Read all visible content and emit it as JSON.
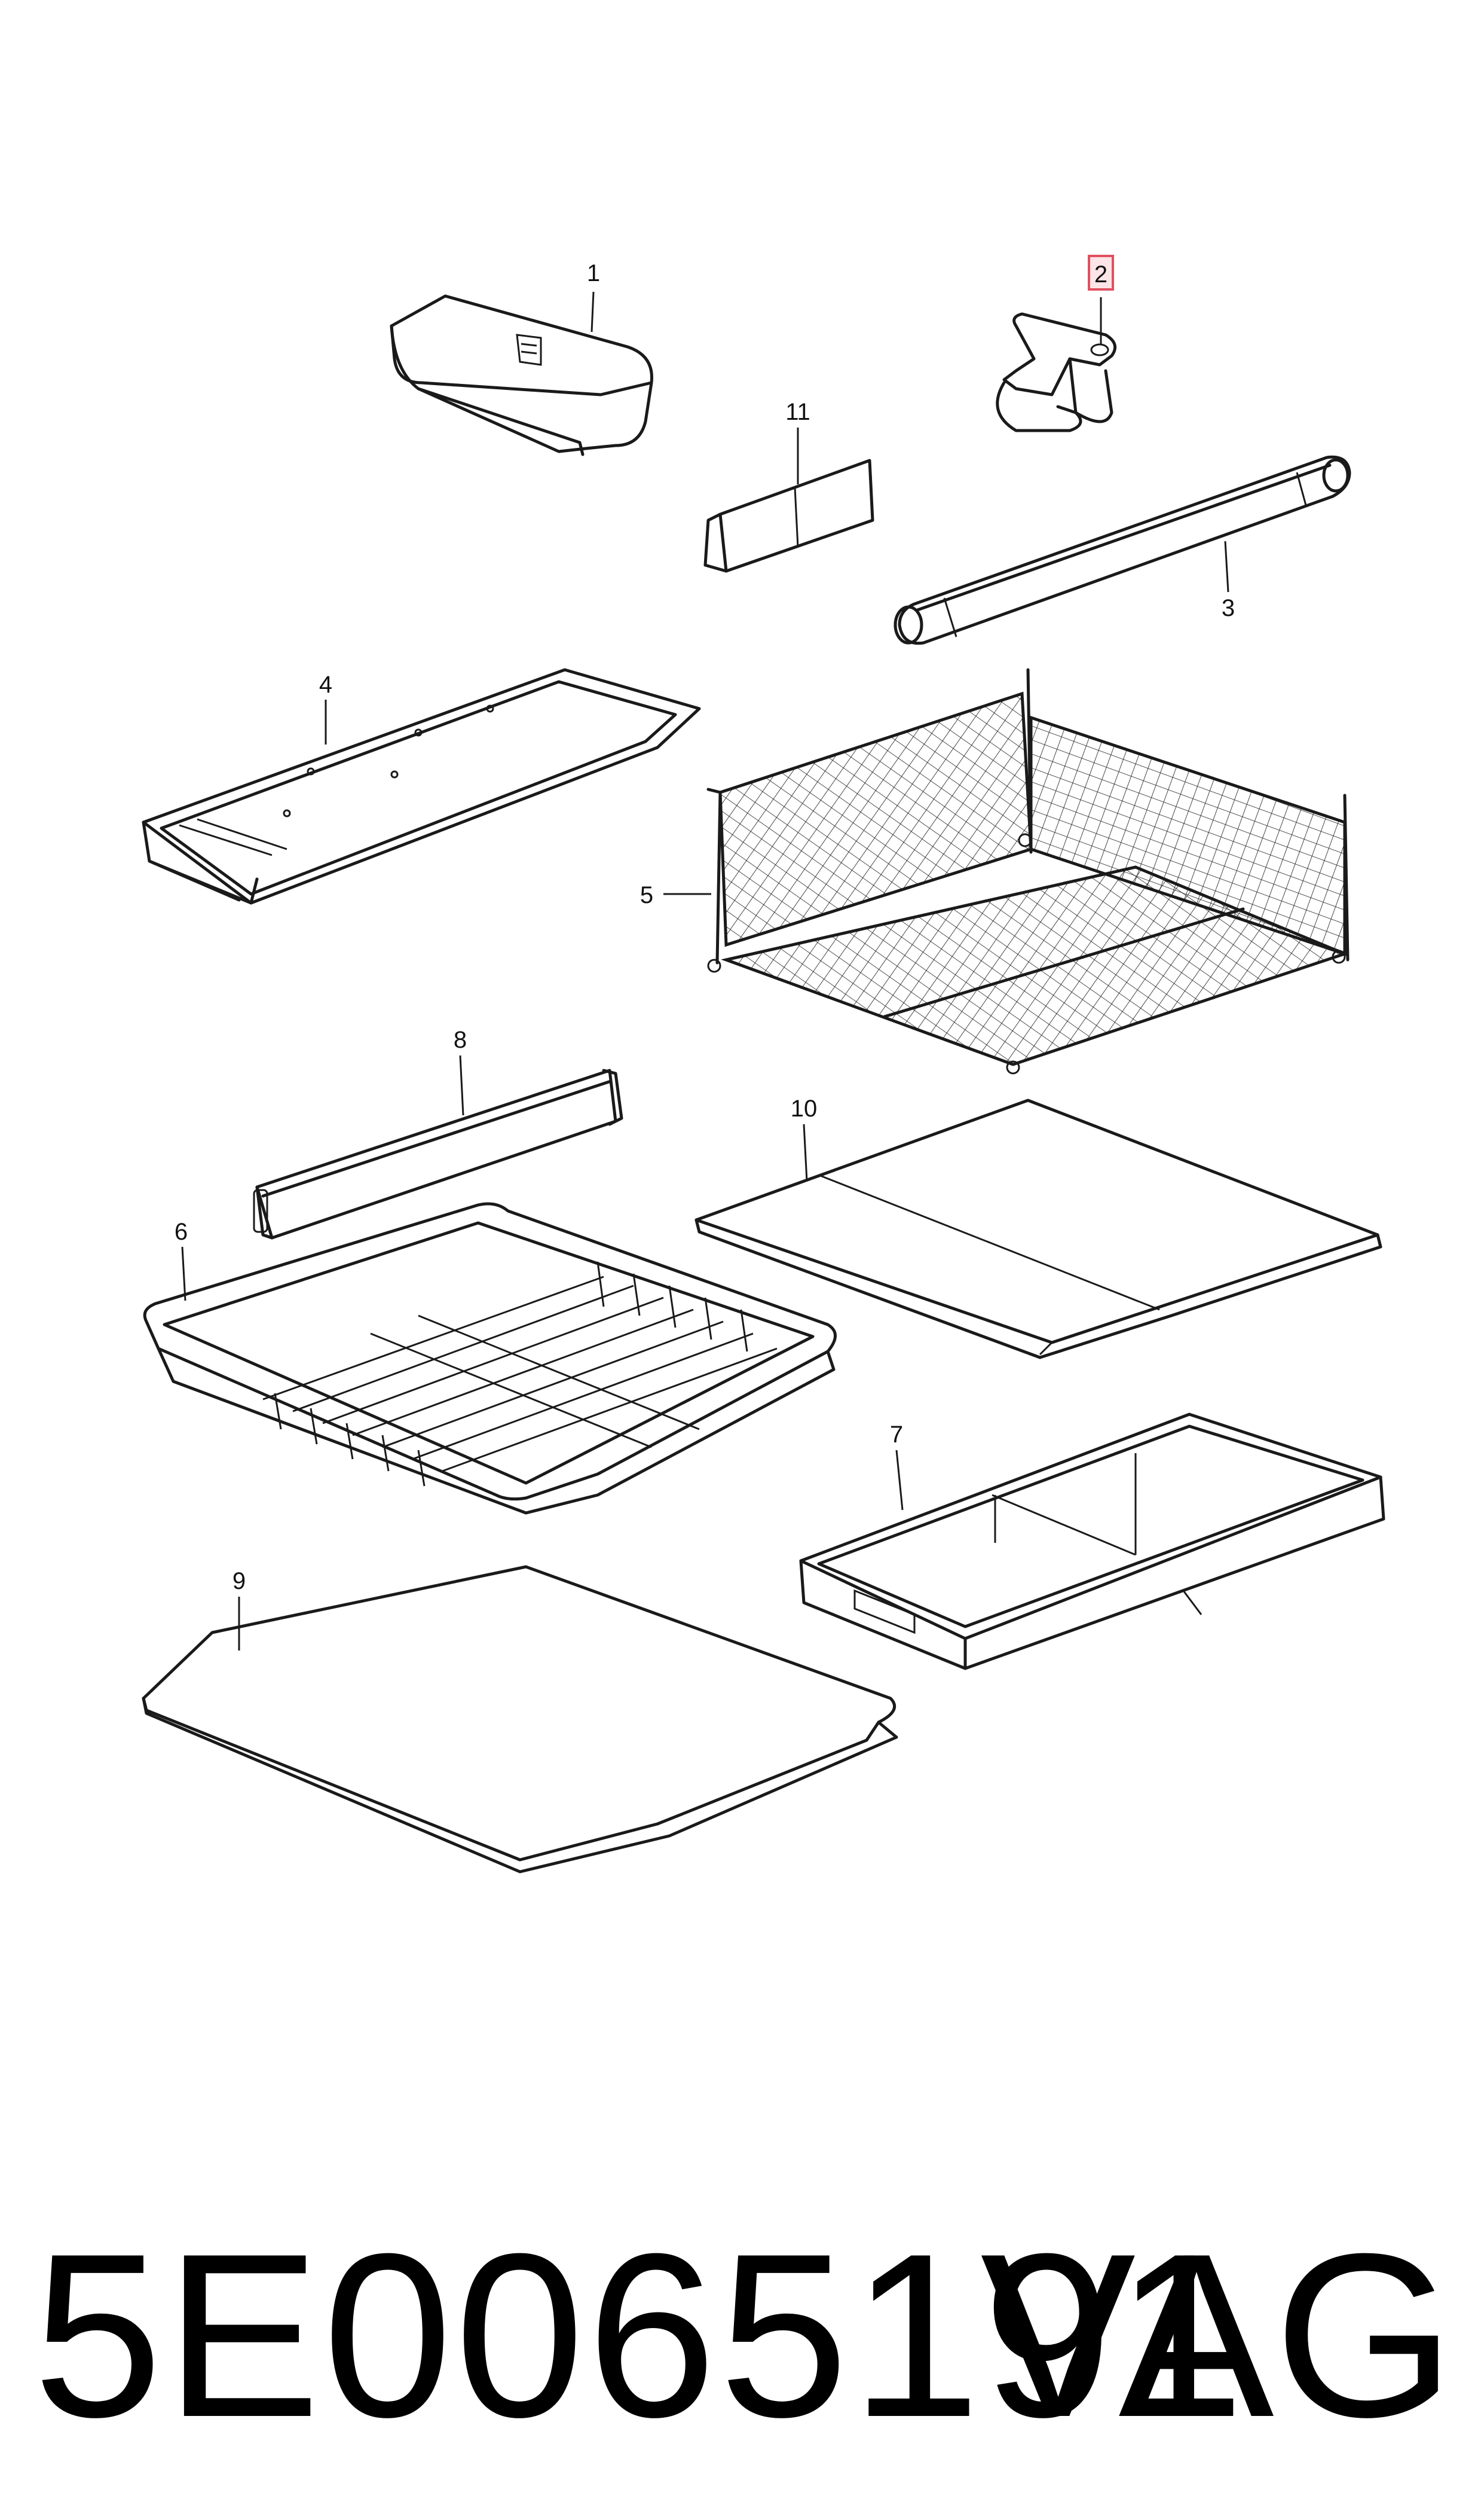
{
  "diagram": {
    "callouts": [
      {
        "id": "1",
        "label": "1"
      },
      {
        "id": "2",
        "label": "2",
        "highlighted": true
      },
      {
        "id": "3",
        "label": "3"
      },
      {
        "id": "4",
        "label": "4"
      },
      {
        "id": "5",
        "label": "5"
      },
      {
        "id": "6",
        "label": "6"
      },
      {
        "id": "7",
        "label": "7"
      },
      {
        "id": "8",
        "label": "8"
      },
      {
        "id": "9",
        "label": "9"
      },
      {
        "id": "10",
        "label": "10"
      },
      {
        "id": "11",
        "label": "11"
      }
    ],
    "highlight_color": "#e05060"
  },
  "footer": {
    "part_number": "5E0065191",
    "brand": "VAG"
  }
}
